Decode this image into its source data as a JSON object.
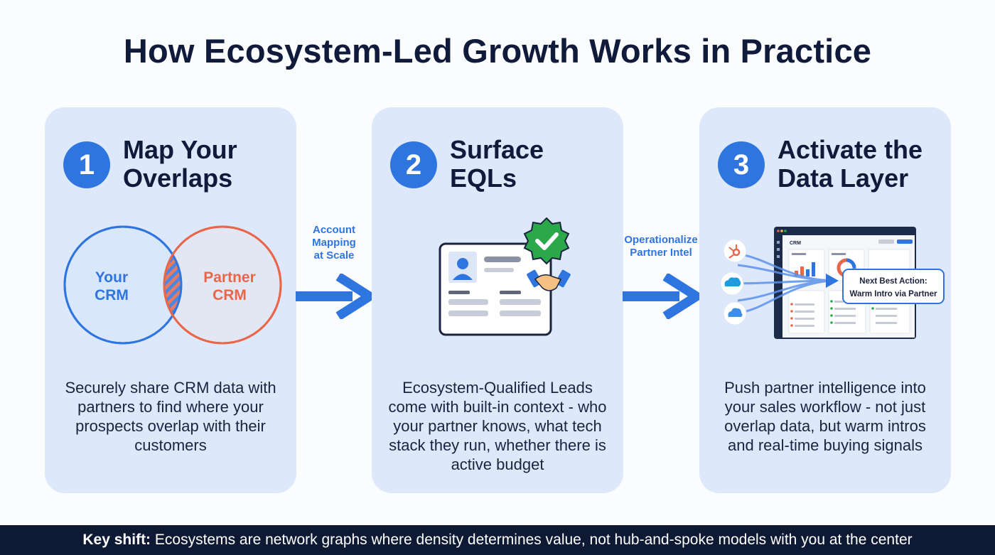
{
  "title": "How Ecosystem-Led Growth Works in Practice",
  "steps": [
    {
      "number": "1",
      "title_line1": "Map Your",
      "title_line2": "Overlaps",
      "venn_left": "Your CRM",
      "venn_left_l1": "Your",
      "venn_left_l2": "CRM",
      "venn_right_l1": "Partner",
      "venn_right_l2": "CRM",
      "description": "Securely share CRM data with partners to find where your prospects overlap with their customers"
    },
    {
      "number": "2",
      "title_line1": "Surface",
      "title_line2": "EQLs",
      "description": "Ecosystem-Qualified Leads come with built-in context - who your partner knows, what tech stack they run, whether there is active budget"
    },
    {
      "number": "3",
      "title_line1": "Activate the",
      "title_line2": "Data Layer",
      "dashboard_label": "CRM",
      "callout_l1": "Next Best Action:",
      "callout_l2": "Warm Intro via Partner",
      "description": "Push partner intelligence into your sales workflow - not just overlap data, but warm intros and real-time buying signals"
    }
  ],
  "arrows": [
    {
      "l1": "Account",
      "l2": "Mapping",
      "l3": "at Scale"
    },
    {
      "l1": "Operationalize",
      "l2": "Partner Intel"
    }
  ],
  "footer": {
    "key": "Key shift:",
    "text": " Ecosystems are network graphs where density determines value, not hub-and-spoke models with you at the center"
  },
  "colors": {
    "accent_blue": "#2f75e0",
    "partner_orange": "#e8674a",
    "card_bg": "#dde9fb",
    "footer_bg": "#0e1a33",
    "check_green": "#2aa84a"
  }
}
